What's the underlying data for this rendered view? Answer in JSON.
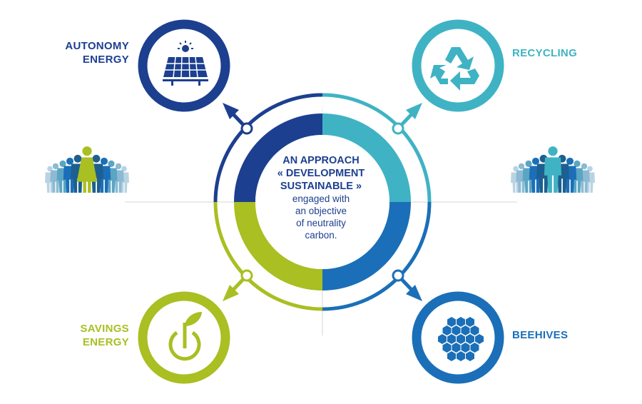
{
  "center": {
    "title_lines": [
      "AN APPROACH",
      "« DEVELOPMENT",
      "SUSTAINABLE »"
    ],
    "body_lines": [
      "engaged with",
      "an objective",
      "of neutrality",
      "carbon."
    ]
  },
  "nodes": {
    "autonomy": {
      "label_lines": [
        "AUTONOMY",
        "ENERGY"
      ],
      "color": "#1d3f8f",
      "icon": "solar-panel-icon"
    },
    "recycling": {
      "label_lines": [
        "RECYCLING"
      ],
      "color": "#3fb3c4",
      "icon": "recycle-icon"
    },
    "savings": {
      "label_lines": [
        "SAVINGS",
        "ENERGY"
      ],
      "color": "#a9bf22",
      "icon": "plant-power-icon"
    },
    "beehives": {
      "label_lines": [
        "BEEHIVES"
      ],
      "color": "#1a6fb8",
      "icon": "honeycomb-icon"
    }
  },
  "people_groups": [
    {
      "name": "people-group-left-icon",
      "color": "#5aa5c4",
      "highlight": "#a9bf22"
    },
    {
      "name": "people-group-right-icon",
      "color": "#5aa5c4",
      "highlight": "#3fb3c4"
    }
  ]
}
